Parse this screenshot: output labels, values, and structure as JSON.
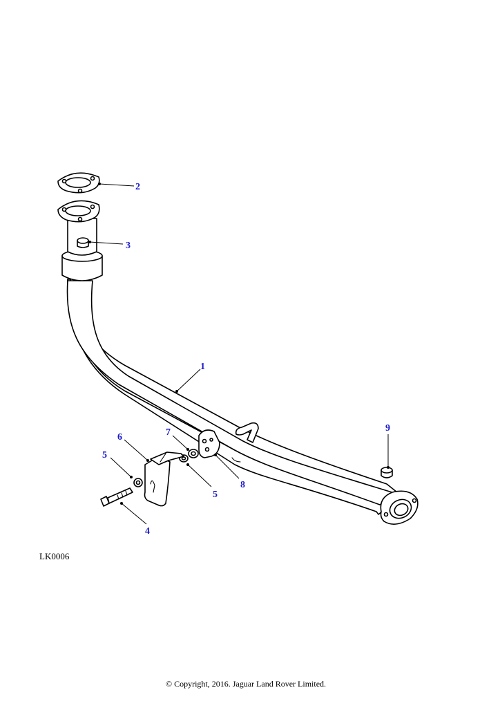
{
  "diagram": {
    "callout_color": "#1a1acc",
    "line_color": "#000000",
    "callouts": {
      "pipe": "1",
      "gasket": "2",
      "stud_nut": "3",
      "bolt": "4",
      "washer_left": "5",
      "washer_right": "5",
      "bracket": "6",
      "nut_7": "7",
      "mounting_rubber": "8",
      "nut_9": "9"
    },
    "reference_code": "LK0006",
    "copyright": "© Copyright, 2016. Jaguar Land Rover Limited."
  }
}
